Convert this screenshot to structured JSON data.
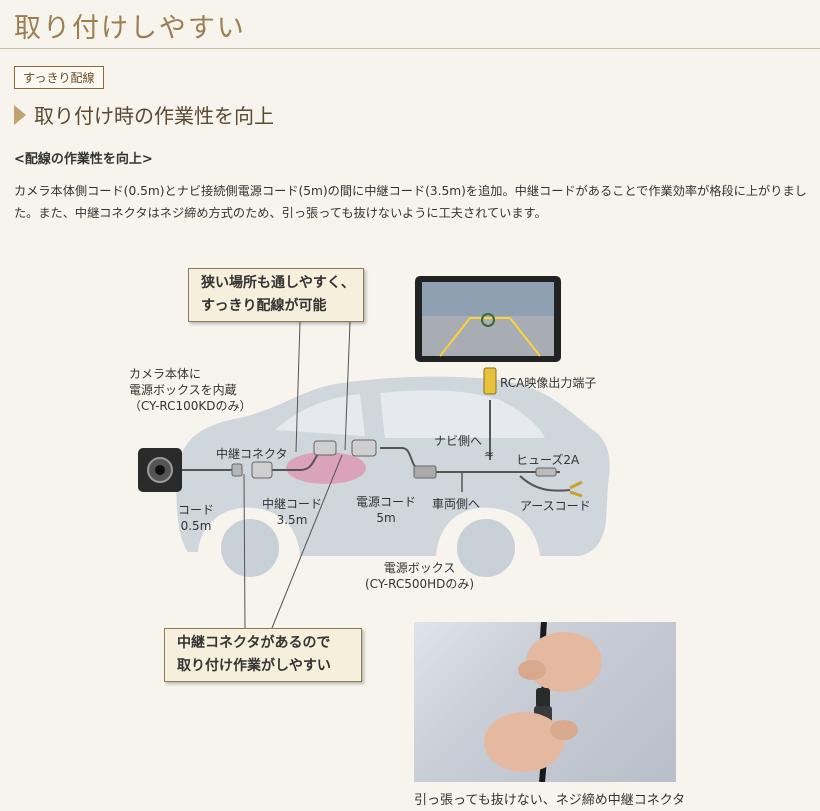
{
  "header": {
    "title": "取り付けしやすい",
    "badge": "すっきり配線",
    "section_heading": "取り付け時の作業性を向上",
    "sub_heading": "<配線の作業性を向上>",
    "body": "カメラ本体側コード(0.5m)とナビ接続側電源コード(5m)の間に中継コード(3.5m)を追加。中継コードがあることで作業効率が格段に上がりました。また、中継コネクタはネジ締め方式のため、引っ張っても抜けないように工夫されています。"
  },
  "diagram": {
    "callout_top": [
      "狭い場所も通しやすく、",
      "すっきり配線が可能"
    ],
    "callout_bottom": [
      "中継コネクタがあるので",
      "取り付け作業がしやすい"
    ],
    "camera_label": [
      "カメラ本体に",
      "電源ボックスを内蔵",
      "（CY-RC100KDのみ）"
    ],
    "relay_connector": "中継コネクタ",
    "cord": [
      "コード",
      "0.5m"
    ],
    "relay_cord": [
      "中継コード",
      "3.5m"
    ],
    "power_cord": [
      "電源コード",
      "5m"
    ],
    "rca": "RCA映像出力端子",
    "navi_side": "ナビ側へ",
    "fuse": "ヒューズ2A",
    "vehicle_side": "車両側へ",
    "earth_cord": "アースコード",
    "power_box": [
      "電源ボックス",
      "(CY-RC500HDのみ)"
    ],
    "photo_caption": "引っ張っても抜けない、ネジ締め中継コネクタ"
  },
  "colors": {
    "title": "#9b7f52",
    "accent": "#c2a36e",
    "car": "#c8d0d8",
    "rca_plug": "#e8c23a",
    "highlight": "#e57aa0"
  }
}
